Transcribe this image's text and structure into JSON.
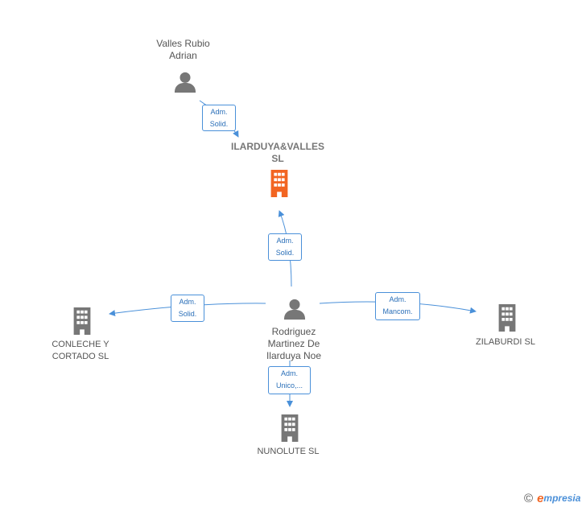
{
  "nodes": {
    "person_top": {
      "name_line1": "Valles Rubio",
      "name_line2": "Adrian",
      "icon": "person-icon"
    },
    "main_company": {
      "name_line1": "ILARDUYA&VALLES",
      "name_line2": "SL",
      "icon": "building-icon",
      "color": "#f26522"
    },
    "person_center": {
      "name_line1": "Rodriguez",
      "name_line2": "Martinez De",
      "name_line3": "Ilarduya Noe",
      "icon": "person-icon"
    },
    "company_left": {
      "name_line1": "CONLECHE Y",
      "name_line2": "CORTADO  SL",
      "icon": "building-icon"
    },
    "company_right": {
      "name_line1": "ZILABURDI  SL",
      "icon": "building-icon"
    },
    "company_bottom": {
      "name_line1": "NUNOLUTE  SL",
      "icon": "building-icon"
    }
  },
  "edges": {
    "top_to_main": {
      "line1": "Adm.",
      "line2": "Solid."
    },
    "center_to_main": {
      "line1": "Adm.",
      "line2": "Solid."
    },
    "center_to_left": {
      "line1": "Adm.",
      "line2": "Solid."
    },
    "center_to_right": {
      "line1": "Adm.",
      "line2": "Mancom."
    },
    "center_to_bottom": {
      "line1": "Adm.",
      "line2": "Unico,..."
    }
  },
  "footer": {
    "copyright_symbol": "©",
    "brand_first": "e",
    "brand_rest": "mpresia"
  },
  "colors": {
    "edge": "#4a90d9",
    "person": "#777777",
    "building": "#777777",
    "main_building": "#f26522"
  }
}
